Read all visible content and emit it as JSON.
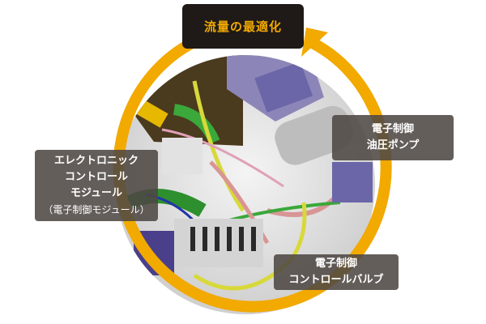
{
  "title": "流量の最適化",
  "colors": {
    "accent": "#f2a900",
    "title_bg": "#1f1a17",
    "label_bg": "#4e4844"
  },
  "labels": {
    "ecm": [
      "エレクトロニック",
      "コントロール",
      "モジュール",
      "（電子制御モジュール）"
    ],
    "pump": [
      "電子制御",
      "油圧ポンプ"
    ],
    "valve": [
      "電子制御",
      "コントロールバルブ"
    ]
  }
}
